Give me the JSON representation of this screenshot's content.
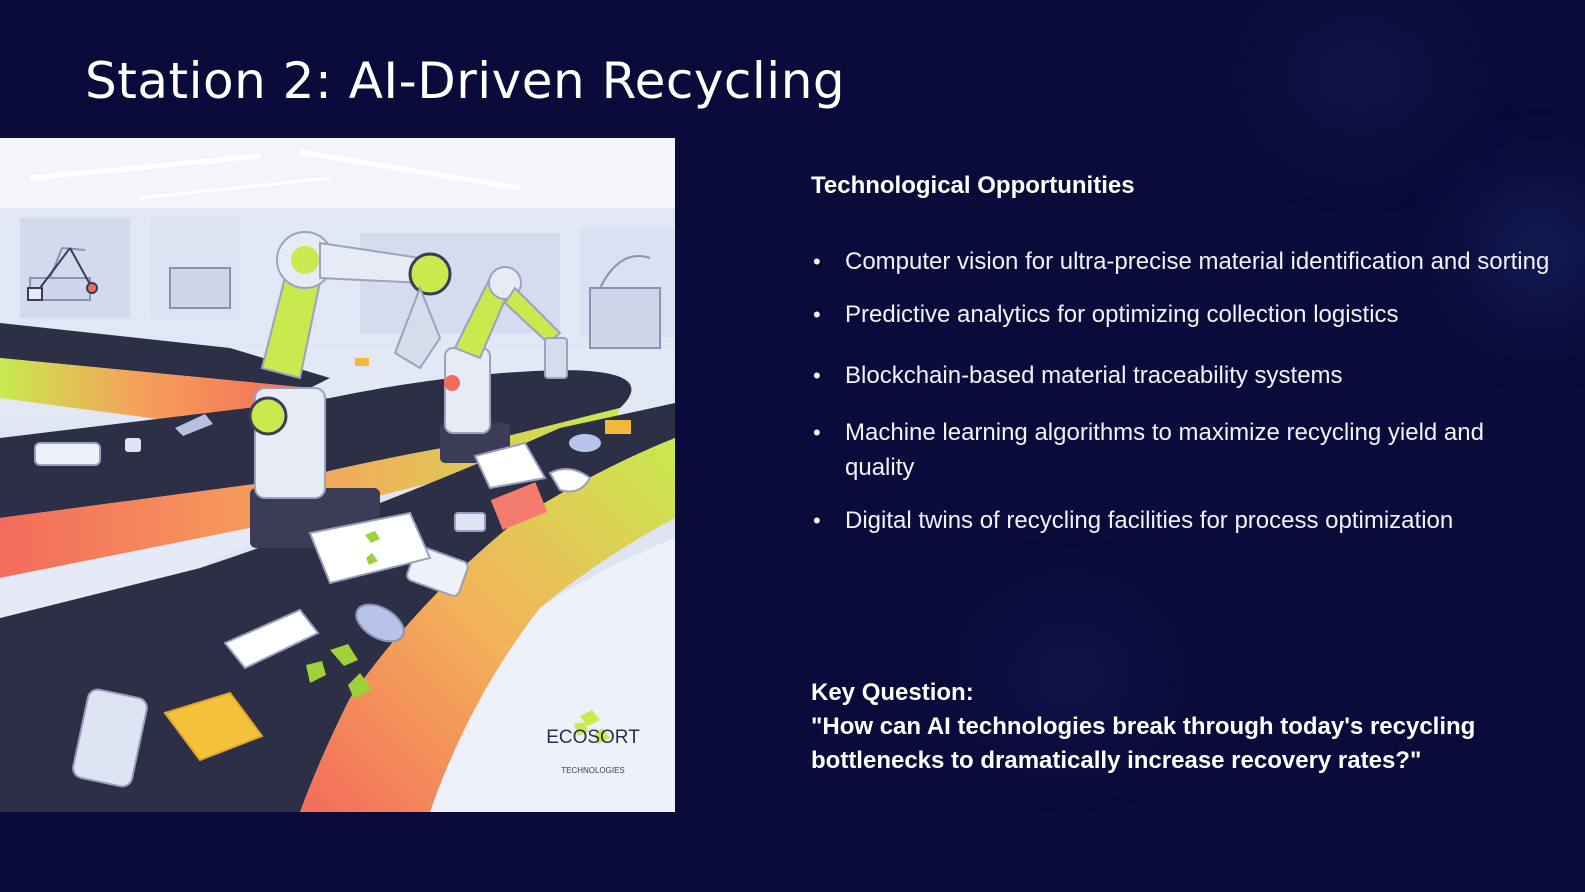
{
  "slide": {
    "title": "Station 2: AI-Driven Recycling"
  },
  "illustration": {
    "logo_name": "ECOSORT",
    "logo_sub": "TECHNOLOGIES",
    "icon": "recycle-icon"
  },
  "content": {
    "heading": "Technological Opportunities",
    "bullets": [
      "Computer vision for ultra-precise material identification and sorting",
      "Predictive analytics for optimizing collection logistics",
      "Blockchain-based material traceability systems",
      "Machine learning algorithms to maximize recycling yield and quality",
      "Digital twins of recycling facilities for process optimization"
    ],
    "key_question_label": "Key Question:",
    "key_question_text": "\"How can AI technologies break through today's recycling bottlenecks to dramatically increase recovery rates?\""
  },
  "colors": {
    "background": "#0a0b3a",
    "accent_lime": "#c8e84a",
    "accent_coral": "#f26b5b",
    "belt": "#2c2f45"
  }
}
